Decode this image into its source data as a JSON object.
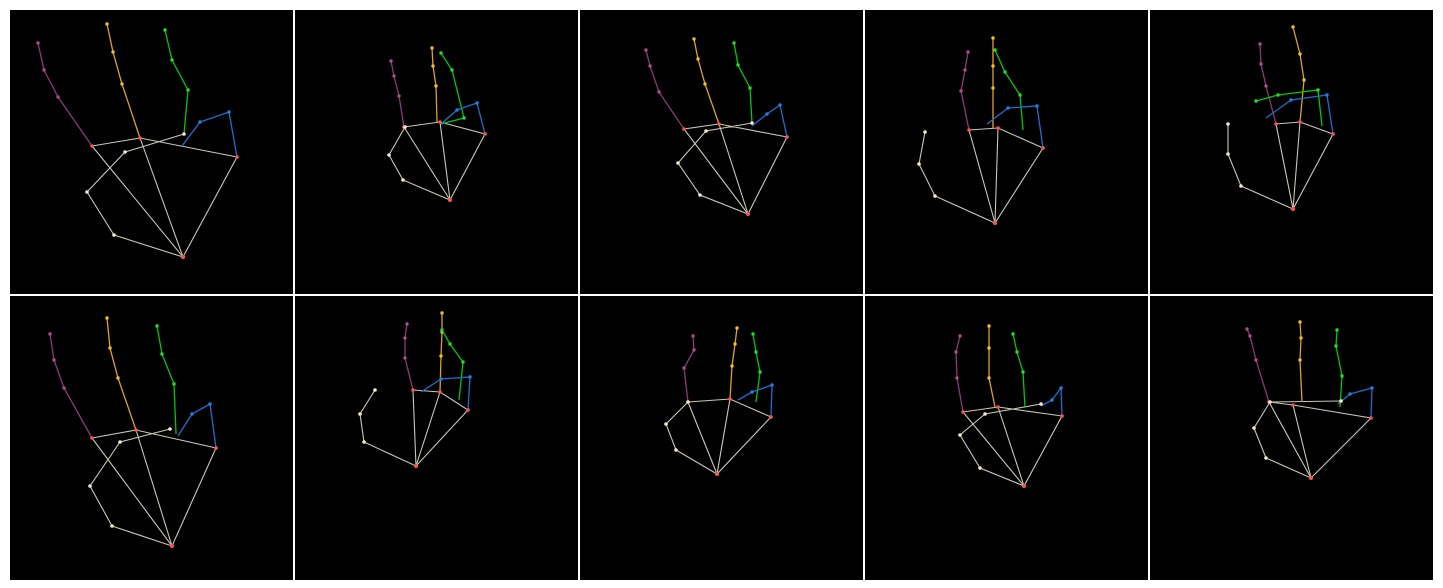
{
  "figure": {
    "layout": {
      "rows": 2,
      "cols": 5
    },
    "background_color": "#000000",
    "separator_color": "#ffffff"
  },
  "skeleton_colors": {
    "palm": "#c8c8b4",
    "thumb": "#f0e0b0",
    "index": "#1a6fd0",
    "middle": "#00c800",
    "ring": "#e0a020",
    "pinky": "#8a3a70",
    "wrist_point": "#ff5050",
    "base_points": "#ff5050"
  },
  "panels_count": 10
}
